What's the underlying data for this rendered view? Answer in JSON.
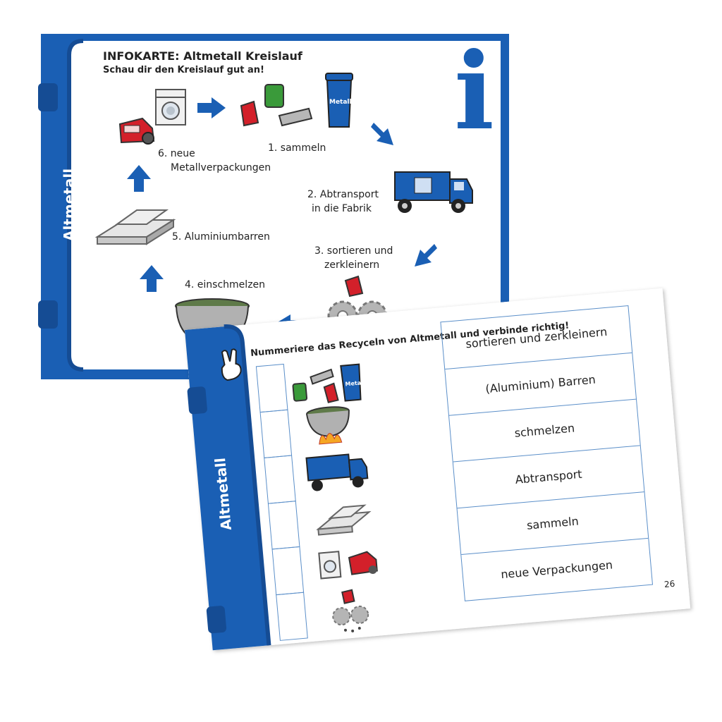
{
  "info_card": {
    "title": "INFOKARTE: Altmetall Kreislauf",
    "subtitle": "Schau dir den Kreislauf gut an!",
    "side_label": "Altmetall",
    "info_letter": "i",
    "bin_label": "Metall",
    "steps": {
      "s1": "1. sammeln",
      "s2a": "2. Abtransport",
      "s2b": "in die Fabrik",
      "s3a": "3. sortieren und",
      "s3b": "zerkleinern",
      "s4": "4. einschmelzen",
      "s5": "5. Aluminiumbarren",
      "s6a": "6. neue",
      "s6b": "Metallverpackungen"
    }
  },
  "worksheet": {
    "side_label": "Altmetall",
    "instruction": "Nummeriere das Recyceln von Altmetall und verbinde richtig!",
    "bin_label": "Metall",
    "answers": [
      "sortieren und zerkleinern",
      "(Aluminium) Barren",
      "schmelzen",
      "Abtransport",
      "sammeln",
      "neue Verpackungen"
    ],
    "page_number": "26"
  },
  "colors": {
    "blue": "#1a5fb4",
    "dark_blue": "#154c94",
    "box_line": "#5b8fc9"
  }
}
